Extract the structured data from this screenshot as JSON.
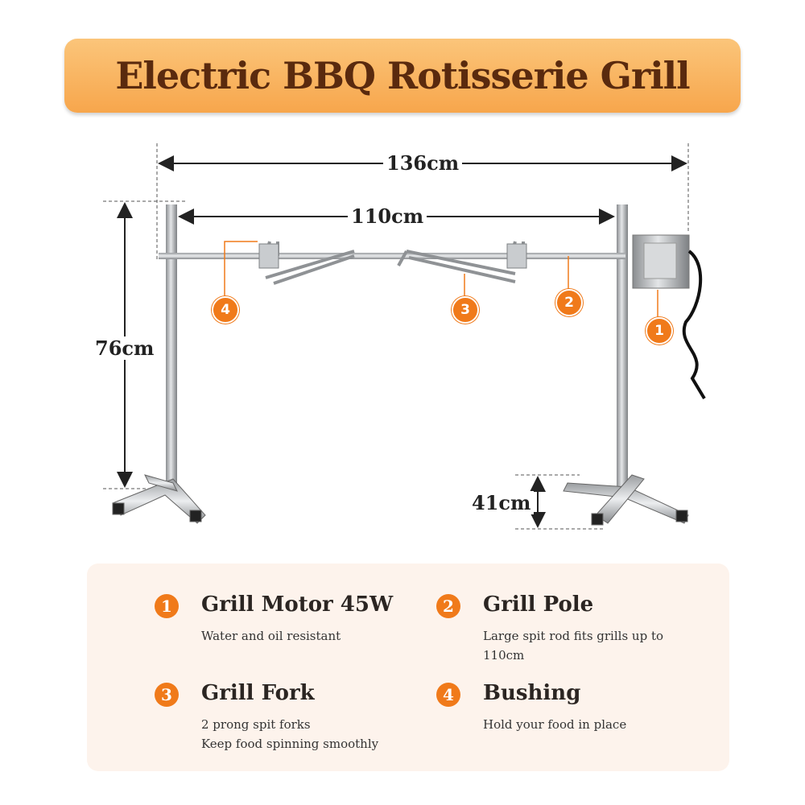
{
  "title": "Electric BBQ Rotisserie Grill",
  "dimensions": {
    "total_width": "136cm",
    "pole_width": "110cm",
    "height": "76cm",
    "base_height": "41cm"
  },
  "callouts": [
    "1",
    "2",
    "3",
    "4"
  ],
  "features": [
    {
      "number": "1",
      "title": "Grill Motor 45W",
      "lines": [
        "Water and oil resistant"
      ]
    },
    {
      "number": "2",
      "title": "Grill Pole",
      "lines": [
        "Large spit rod fits grills up to 110cm"
      ]
    },
    {
      "number": "3",
      "title": "Grill Fork",
      "lines": [
        "2 prong spit forks",
        "Keep food spinning smoothly"
      ]
    },
    {
      "number": "4",
      "title": "Bushing",
      "lines": [
        "Hold your food in place"
      ]
    }
  ],
  "colors": {
    "accent": "#f07a1a",
    "title_text": "#5a2a0e",
    "panel_bg": "#fdf3ec"
  }
}
